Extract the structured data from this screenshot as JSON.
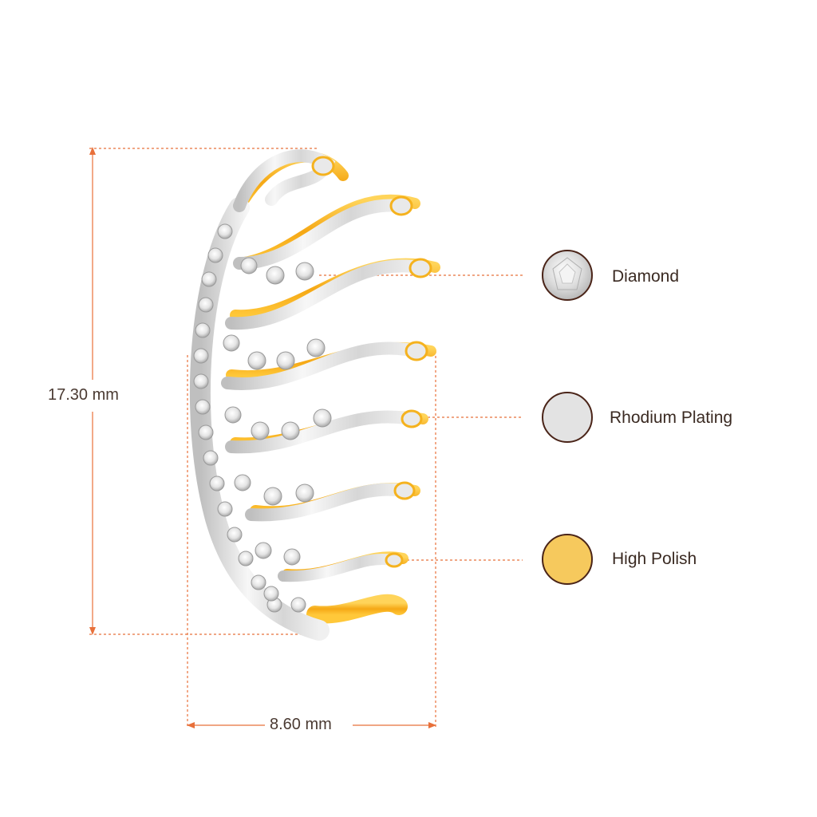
{
  "dimensions": {
    "height_label": "17.30 mm",
    "width_label": "8.60 mm"
  },
  "materials": [
    {
      "label": "Diamond",
      "icon": "diamond-icon",
      "color": "#e6e6e6"
    },
    {
      "label": "Rhodium Plating",
      "icon": "rhodium-swatch",
      "color": "#e3e3e3"
    },
    {
      "label": "High Polish",
      "icon": "gold-swatch",
      "color": "#f6c95d"
    }
  ],
  "colors": {
    "dimension_line": "#e8703a",
    "swatch_border": "#4a2418",
    "gold": "#f5b21e",
    "silver": "#d9d9d9"
  }
}
